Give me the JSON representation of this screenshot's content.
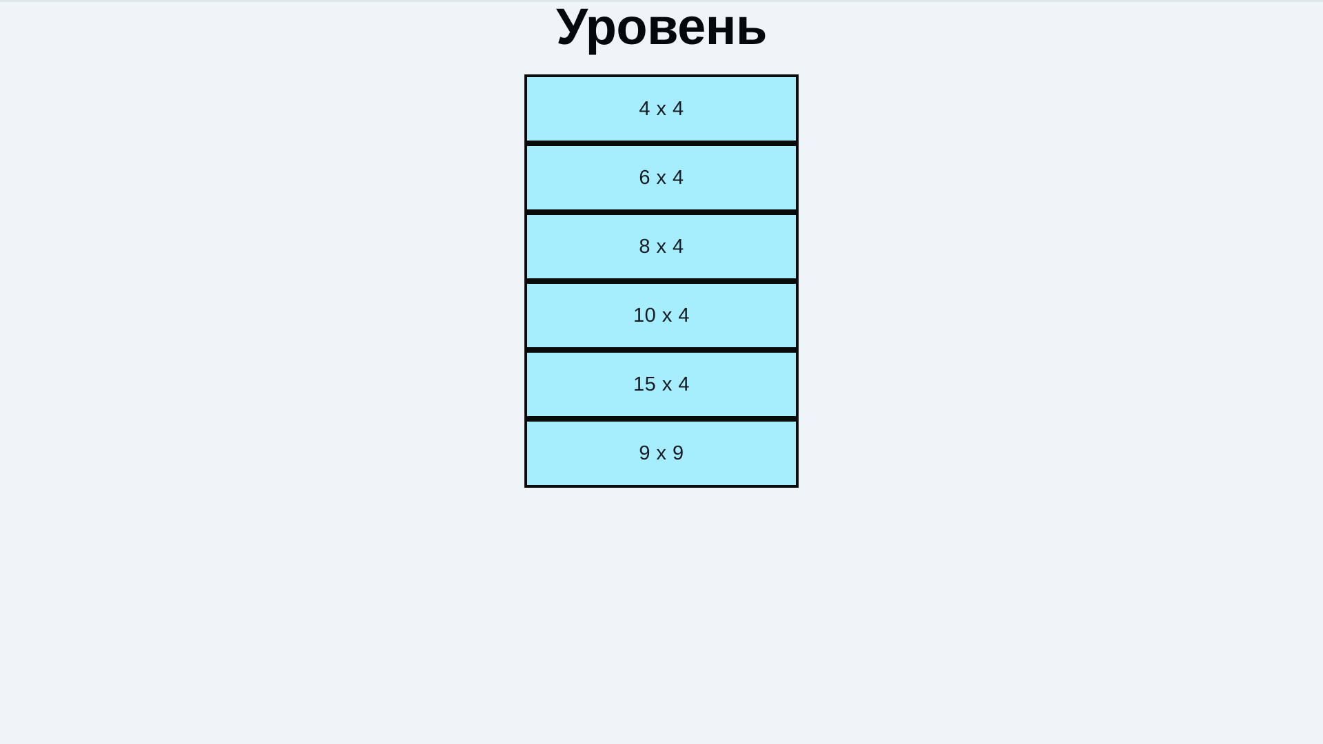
{
  "page": {
    "title": "Уровень",
    "background_color": "#eef4f7",
    "title_color": "#05080a"
  },
  "levels": {
    "button_fill_color": "#a6edfd",
    "button_border_color": "#0a0a0a",
    "button_text_color": "#141b22",
    "items": [
      {
        "label": "4 x 4",
        "columns": 4,
        "rows": 4
      },
      {
        "label": "6 x 4",
        "columns": 6,
        "rows": 4
      },
      {
        "label": "8 x 4",
        "columns": 8,
        "rows": 4
      },
      {
        "label": "10 x 4",
        "columns": 10,
        "rows": 4
      },
      {
        "label": "15 x 4",
        "columns": 15,
        "rows": 4
      },
      {
        "label": "9 x 9",
        "columns": 9,
        "rows": 9
      }
    ]
  }
}
